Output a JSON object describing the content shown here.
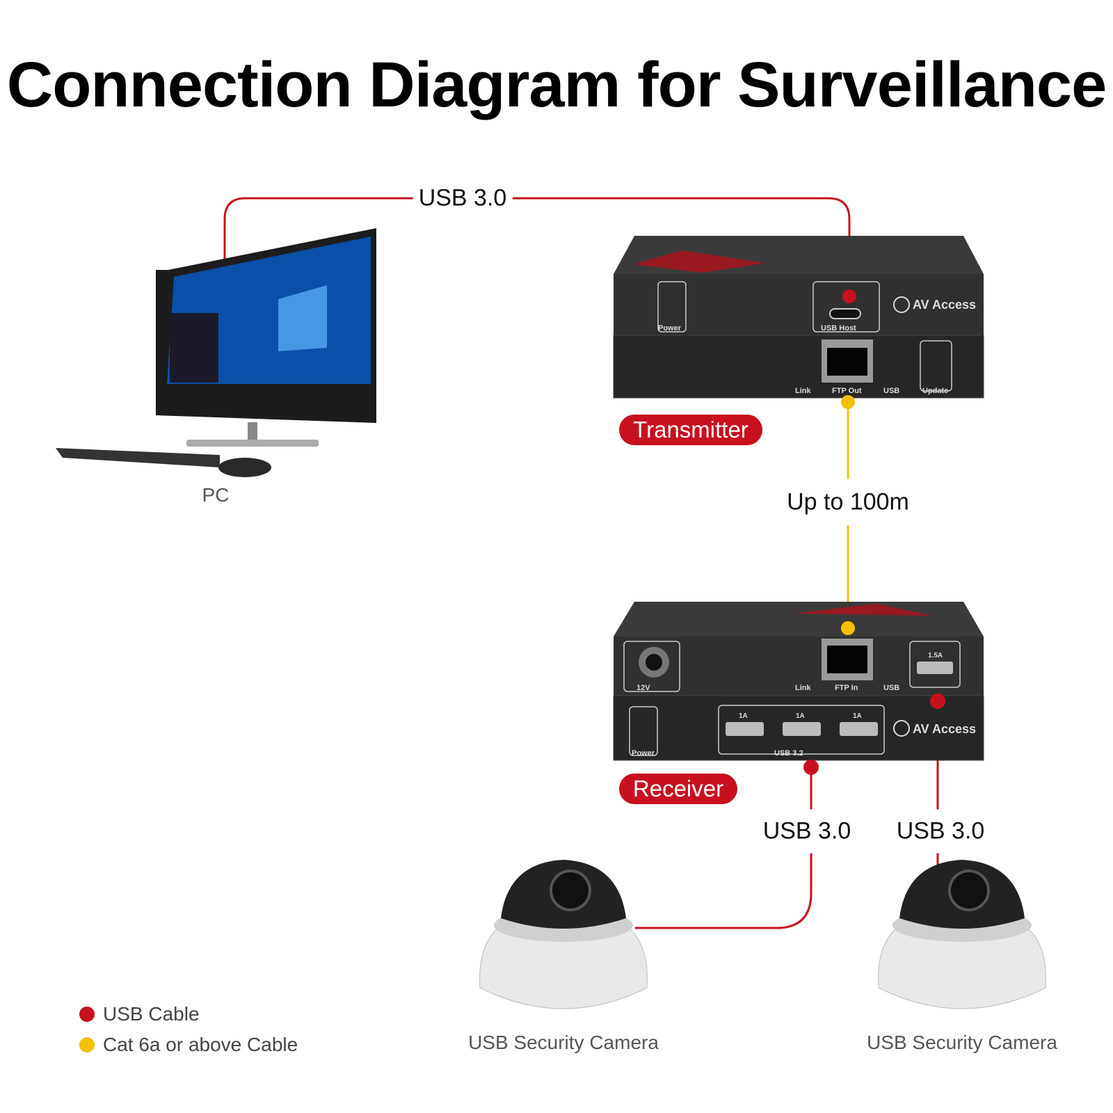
{
  "title": "Connection Diagram for Surveillance",
  "colors": {
    "usb": "#c8101e",
    "cat": "#f5c000"
  },
  "links": {
    "pc_to_tx": "USB 3.0",
    "tx_to_rx": "Up to 100m",
    "rx_to_cam1": "USB 3.0",
    "rx_to_cam2": "USB 3.0"
  },
  "pc": {
    "label": "PC"
  },
  "transmitter": {
    "badge": "Transmitter",
    "ports": {
      "power": "Power",
      "usb_host": "USB Host",
      "link": "Link",
      "ftp_out": "FTP Out",
      "usb": "USB",
      "update": "Update"
    },
    "brand": "AV Access"
  },
  "receiver": {
    "badge": "Receiver",
    "ports": {
      "dc": "12V",
      "link": "Link",
      "ftp_in": "FTP In",
      "usb": "USB",
      "current_top": "1.5A",
      "current_1": "1A",
      "current_2": "1A",
      "current_3": "1A",
      "usb32": "USB 3.2",
      "power": "Power"
    },
    "brand": "AV Access"
  },
  "cameras": [
    {
      "label": "USB Security Camera"
    },
    {
      "label": "USB Security Camera"
    }
  ],
  "legend": [
    {
      "label": "USB Cable",
      "color": "#c8101e"
    },
    {
      "label": "Cat 6a or above Cable",
      "color": "#f5c000"
    }
  ]
}
